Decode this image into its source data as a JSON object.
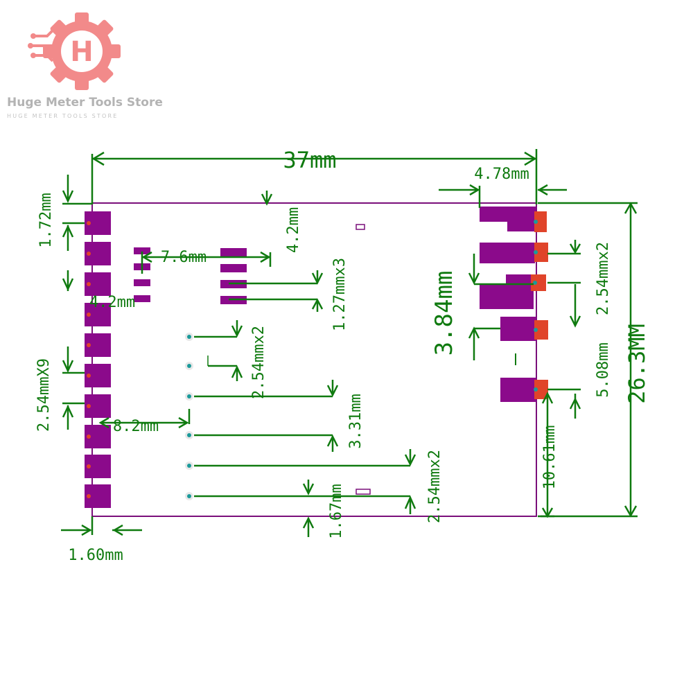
{
  "brand": {
    "name": "Huge Meter Tools Store",
    "tagline": "HUGE METER TOOLS STORE",
    "logo_letter": "H",
    "logo_color": "#f28a8a"
  },
  "colors": {
    "dimension": "#0f7a0f",
    "outline": "#7a0f7a",
    "pad": "#8b0a8b",
    "pad_copper": "#e0442a",
    "via": "#1a9a9a"
  },
  "dimensions": {
    "width": "37mm",
    "height": "26.3MM",
    "right_pad_depth": "4.78mm",
    "top_edge_to_first_pin": "1.72mm",
    "left_pin_pitch": "2.54mmX9",
    "left_edge_offset": "1.60mm",
    "small_connector_gap": "7.6mm",
    "left_header_offset_a": "4.2mm",
    "left_header_offset_b": "4.2mm",
    "small_header_pitch": "1.27mmx3",
    "mid_header_pitch": "2.54mmx2",
    "via_offset": "8.2mm",
    "via_row_spacing": "3.31mm",
    "bottom_via_pitch": "2.54mmx2",
    "bottom_clearance": "1.67mm",
    "right_pad_span": "3.84mm",
    "right_pin_pitch": "2.54mmx2",
    "right_pin_offset": "5.08mm",
    "right_bottom_offset": "10.61mm"
  }
}
